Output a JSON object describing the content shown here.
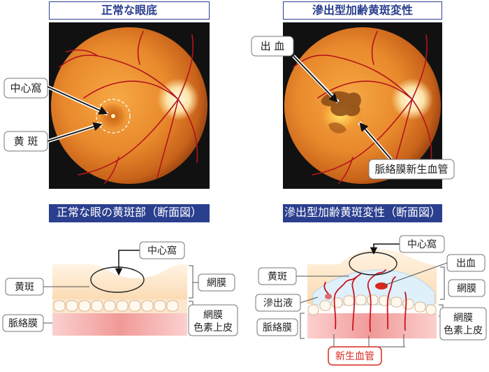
{
  "titles": {
    "normal_eye": "正常な眼底",
    "wet_amd": "滲出型加齢黄斑変性",
    "normal_cross": "正常な眼の黄斑部（断面図）",
    "wet_cross": "滲出型加齢黄斑変性（断面図）"
  },
  "normal_fundus": {
    "fovea": "中心窩",
    "macula": "黄 斑"
  },
  "amd_fundus": {
    "hemorrhage": "出 血",
    "cnv": "脈絡膜新生血管"
  },
  "normal_section": {
    "fovea": "中心窩",
    "macula": "黄斑",
    "retina": "網膜",
    "choroid": "脈絡膜",
    "rpe_line1": "網膜",
    "rpe_line2": "色素上皮"
  },
  "amd_section": {
    "fovea": "中心窩",
    "macula": "黄斑",
    "hemorrhage": "出血",
    "retina": "網膜",
    "exudate": "滲出液",
    "choroid": "脈絡膜",
    "rpe_line1": "網膜",
    "rpe_line2": "色素上皮",
    "new_vessels": "新生血管"
  },
  "colors": {
    "title_blue": "#2b3f8f",
    "fundus_orange": "#e8892c",
    "retina_beige": "#fbe3c2",
    "choroid_pink": "#f3b6b4",
    "vessel_red": "#c8141e"
  }
}
